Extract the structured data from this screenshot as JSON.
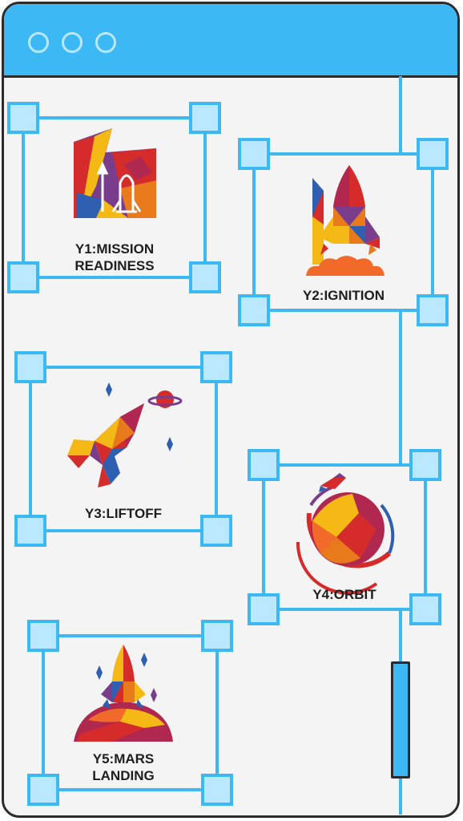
{
  "window": {
    "titlebar_buttons": [
      "window-dot-1",
      "window-dot-2",
      "window-dot-3"
    ]
  },
  "cards": [
    {
      "id": "y1",
      "label_line1": "Y1:MISSION",
      "label_line2": "READINESS",
      "icon": "banner-rockets-icon"
    },
    {
      "id": "y2",
      "label_line1": "Y2:IGNITION",
      "label_line2": "",
      "icon": "rocket-launch-icon"
    },
    {
      "id": "y3",
      "label_line1": "Y3:LIFTOFF",
      "label_line2": "",
      "icon": "flying-rocket-icon"
    },
    {
      "id": "y4",
      "label_line1": "Y4:ORBIT",
      "label_line2": "",
      "icon": "orbiting-planet-icon"
    },
    {
      "id": "y5",
      "label_line1": "Y5:MARS",
      "label_line2": "LANDING",
      "icon": "mars-landing-icon"
    }
  ],
  "colors": {
    "accent": "#3cb8f5",
    "handle_fill": "#b9e8ff",
    "outline": "#2b2b2b"
  }
}
